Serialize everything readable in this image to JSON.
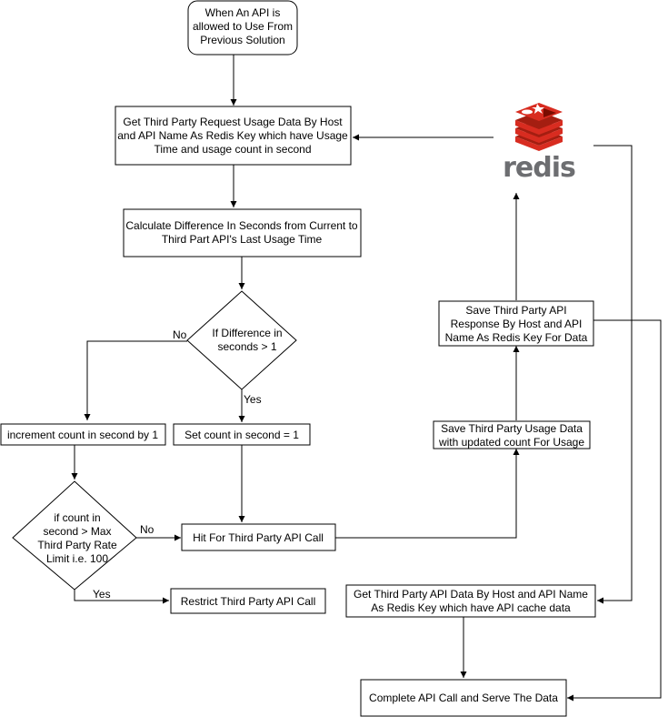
{
  "nodes": {
    "start": {
      "lines": [
        "When An API is",
        "allowed to Use From",
        "Previous Solution"
      ]
    },
    "get_usage": {
      "lines": [
        "Get Third Party Request Usage Data By Host",
        "and API Name As Redis Key which have Usage",
        "Time and usage count in second"
      ]
    },
    "calc_diff": {
      "lines": [
        "Calculate Difference In Seconds from Current to",
        "Third Part API's Last Usage Time"
      ]
    },
    "diff_decision": {
      "lines": [
        "If Difference in",
        "seconds > 1"
      ]
    },
    "increment": {
      "lines": [
        "increment count in second by 1"
      ]
    },
    "set_count": {
      "lines": [
        "Set count in second = 1"
      ]
    },
    "limit_decision": {
      "lines": [
        "if count in",
        "second > Max",
        "Third Party Rate",
        "Limit i.e. 100"
      ]
    },
    "hit_api": {
      "lines": [
        "Hit For Third Party API Call"
      ]
    },
    "restrict": {
      "lines": [
        "Restrict Third Party API Call"
      ]
    },
    "save_usage": {
      "lines": [
        "Save Third Party Usage Data",
        "with updated count For Usage"
      ]
    },
    "save_response": {
      "lines": [
        "Save Third Party API",
        "Response By Host and API",
        "Name As Redis Key For Data"
      ]
    },
    "get_cache": {
      "lines": [
        "Get Third Party API Data By Host and API Name",
        "As Redis Key which have API cache data"
      ]
    },
    "complete": {
      "lines": [
        "Complete API Call and Serve The Data"
      ]
    }
  },
  "edge_labels": {
    "no_diff": "No",
    "yes_diff": "Yes",
    "no_limit": "No",
    "yes_limit": "Yes"
  },
  "redis_logo": {
    "wordmark": "redis",
    "color": "#D82C20",
    "text_color": "#6D6E71"
  }
}
